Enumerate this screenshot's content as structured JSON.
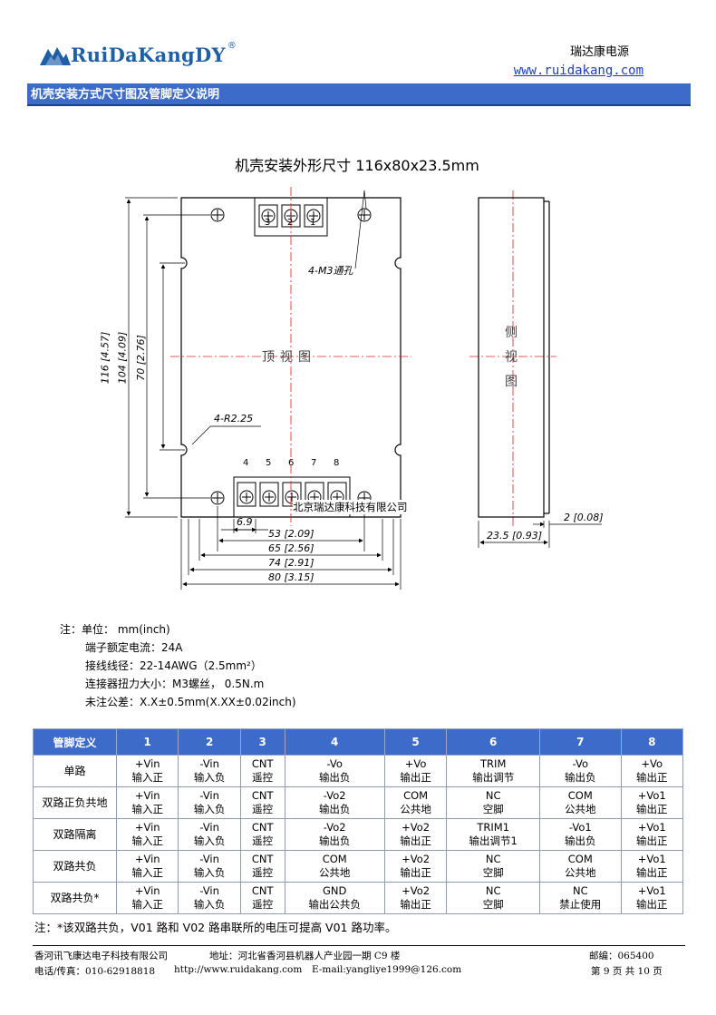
{
  "header": {
    "logo_text": "RuiDaKangDY",
    "logo_mark": "®",
    "company_cn": "瑞达康电源",
    "website": "www.ruidakang.com"
  },
  "banner": {
    "title": "机壳安装方式尺寸图及管脚定义说明"
  },
  "drawing": {
    "title": "机壳安装外形尺寸 116x80x23.5mm",
    "top_view_label": "顶视图",
    "side_view_label": "侧视图",
    "hole_label": "4-M3通孔",
    "radius_label": "4-R2.25",
    "watermark": "北京瑞达康科技有限公司",
    "top_pins": [
      "3",
      "2",
      "1"
    ],
    "bottom_pins": [
      "4",
      "5",
      "6",
      "7",
      "8"
    ],
    "dim_h1": "116 [4.57]",
    "dim_h2": "104 [4.09]",
    "dim_h3": "70 [2.76]",
    "dim_w1": "6.9",
    "dim_w2": "53 [2.09]",
    "dim_w3": "65 [2.56]",
    "dim_w4": "74 [2.91]",
    "dim_w5": "80 [3.15]",
    "dim_side_w": "23.5 [0.93]",
    "dim_side_t": "2 [0.08]"
  },
  "notes": {
    "line1": "注：单位： mm(inch)",
    "line2": "端子额定电流：24A",
    "line3": "接线线径：22-14AWG（2.5mm²）",
    "line4": "连接器扭力大小：M3螺丝， 0.5N.m",
    "line5": "未注公差：X.X±0.5mm(X.XX±0.02inch)"
  },
  "pin_table": {
    "headers": [
      "管脚定义",
      "1",
      "2",
      "3",
      "4",
      "5",
      "6",
      "7",
      "8"
    ],
    "rows": [
      {
        "name": "单路",
        "cells": [
          [
            "+Vin",
            "输入正"
          ],
          [
            "-Vin",
            "输入负"
          ],
          [
            "CNT",
            "遥控"
          ],
          [
            "-Vo",
            "输出负"
          ],
          [
            "+Vo",
            "输出正"
          ],
          [
            "TRIM",
            "输出调节"
          ],
          [
            "-Vo",
            "输出负"
          ],
          [
            "+Vo",
            "输出正"
          ]
        ]
      },
      {
        "name": "双路正负共地",
        "cells": [
          [
            "+Vin",
            "输入正"
          ],
          [
            "-Vin",
            "输入负"
          ],
          [
            "CNT",
            "遥控"
          ],
          [
            "-Vo2",
            "输出负"
          ],
          [
            "COM",
            "公共地"
          ],
          [
            "NC",
            "空脚"
          ],
          [
            "COM",
            "公共地"
          ],
          [
            "+Vo1",
            "输出正"
          ]
        ]
      },
      {
        "name": "双路隔离",
        "cells": [
          [
            "+Vin",
            "输入正"
          ],
          [
            "-Vin",
            "输入负"
          ],
          [
            "CNT",
            "遥控"
          ],
          [
            "-Vo2",
            "输出负"
          ],
          [
            "+Vo2",
            "输出正"
          ],
          [
            "TRIM1",
            "输出调节1"
          ],
          [
            "-Vo1",
            "输出负"
          ],
          [
            "+Vo1",
            "输出正"
          ]
        ]
      },
      {
        "name": "双路共负",
        "cells": [
          [
            "+Vin",
            "输入正"
          ],
          [
            "-Vin",
            "输入负"
          ],
          [
            "CNT",
            "遥控"
          ],
          [
            "COM",
            "公共地"
          ],
          [
            "+Vo2",
            "输出正"
          ],
          [
            "NC",
            "空脚"
          ],
          [
            "COM",
            "公共地"
          ],
          [
            "+Vo1",
            "输出正"
          ]
        ]
      },
      {
        "name": "双路共负*",
        "cells": [
          [
            "+Vin",
            "输入正"
          ],
          [
            "-Vin",
            "输入负"
          ],
          [
            "CNT",
            "遥控"
          ],
          [
            "GND",
            "输出公共负"
          ],
          [
            "+Vo2",
            "输出正"
          ],
          [
            "NC",
            "空脚"
          ],
          [
            "NC",
            "禁止使用"
          ],
          [
            "+Vo1",
            "输出正"
          ]
        ]
      }
    ]
  },
  "footnote": "注：*该双路共负，V01 路和 V02 路串联所的电压可提高 V01 路功率。",
  "footer": {
    "company": "香河讯飞康达电子科技有限公司",
    "address": "地址：河北省香河县机器人产业园一期 C9 楼",
    "postcode": "邮编：065400",
    "phone": "电话/传真：010-62918818",
    "url": "http://www.ruidakang.com",
    "email": "E-mail:yangliye1999@126.com",
    "page": "第 9 页 共 10 页"
  }
}
